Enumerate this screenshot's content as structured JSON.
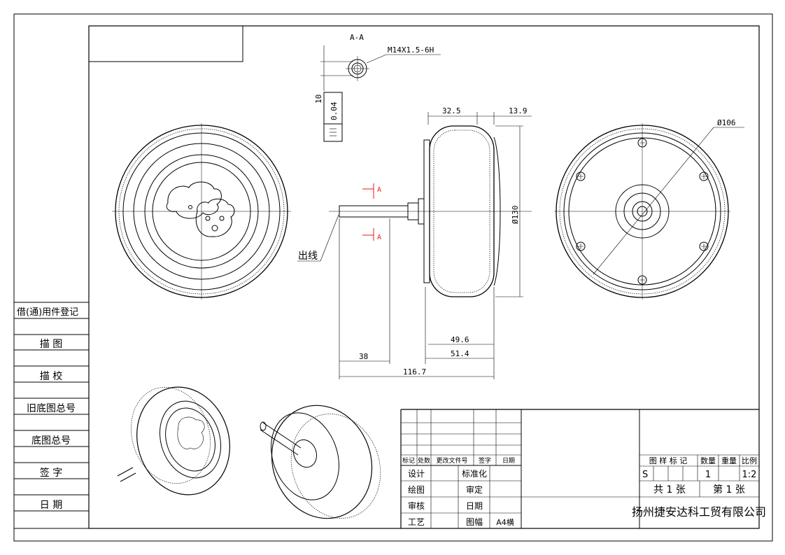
{
  "section": {
    "title": "A-A",
    "thread": "M14X1.5-6H",
    "flat_dim": "10",
    "tolerance_value": "0.04",
    "cut_label": "A"
  },
  "dims": {
    "hub_width": "32.5",
    "hub_offset": "13.9",
    "bolt_circle": "Ø106",
    "tire_dia": "Ø130",
    "width_inner": "49.6",
    "width_outer": "51.4",
    "shaft_len": "38",
    "total_len": "116.7",
    "lead_wire": "出线"
  },
  "side_table": {
    "title": "借(通)用件登记",
    "rows": [
      "描 图",
      "描 校",
      "旧底图总号",
      "底图总号",
      "签 字",
      "日 期"
    ]
  },
  "title_block": {
    "rev_headers": [
      "标记",
      "处数",
      "更改文件号",
      "签字",
      "日期"
    ],
    "roles": [
      {
        "left": "设计",
        "right": "标准化"
      },
      {
        "left": "绘图",
        "right": "审定"
      },
      {
        "left": "审核",
        "right": "日期"
      },
      {
        "left": "工艺",
        "right": "图幅"
      }
    ],
    "sheet_size": "A4横",
    "prop_headers": {
      "mark": "图 样 标 记",
      "qty": "数量",
      "weight": "重量",
      "scale": "比例"
    },
    "mark_value": "S",
    "qty_value": "1",
    "scale_value": "1:2",
    "total_sheets": "共 1 张",
    "sheet_no": "第 1 张",
    "company": "扬州捷安达科工贸有限公司"
  }
}
